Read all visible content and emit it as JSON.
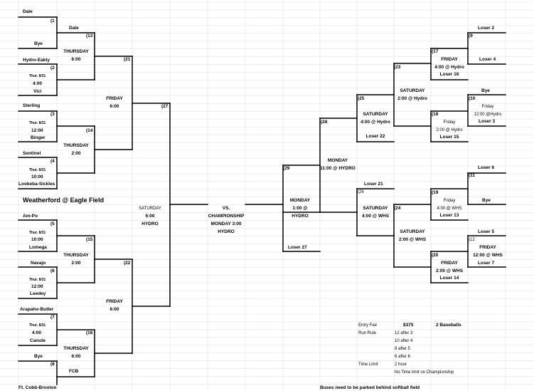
{
  "left": {
    "dale": "Dale",
    "bye1": "Bye",
    "g1": "(1",
    "hydro_eakly": "Hydro-Eakly",
    "vici": "Vici",
    "g2": "(2",
    "g2_date": "Thur. 8/31",
    "g2_time": "4:00",
    "sterling": "Sterling",
    "binger": "Binger",
    "g3": "(3",
    "g3_date": "Thur. 8/31",
    "g3_time": "12:00",
    "sentinel": "Sentinel",
    "lookeba": "Lookeba-Sickles",
    "g4": "(4",
    "g4_date": "Thur. 8/31",
    "g4_time": "10:00",
    "dale2": "Dale",
    "g13": "(13",
    "g13_day": "THURSDAY",
    "g13_time": "6:00",
    "g14": "(14",
    "g14_day": "THURSDAY",
    "g14_time": "2:00",
    "g21": "(21",
    "g21_day": "FRIDAY",
    "g21_time": "6:00",
    "g27": "(27",
    "weatherford": "Weatherford @ Eagle Field",
    "sat_day": "SATURDAY",
    "sat_time": "6:00",
    "sat_place": "HYDRO",
    "ampo": "Am-Po",
    "lomega": "Lomega",
    "g5": "(5",
    "g5_date": "Thur. 8/31",
    "g5_time": "10:00",
    "navajo": "Navajo",
    "leedey": "Leedey",
    "g6": "(6",
    "g6_date": "Thur. 8/31",
    "g6_time": "12:00",
    "arapaho": "Arapaho-Butler",
    "canute": "Canute",
    "g7": "(7",
    "g7_date": "Thur. 8/31",
    "g7_time": "4:00",
    "bye2": "Bye",
    "g8": "(8",
    "fcb": "FCB",
    "g15": "(15",
    "g15_day": "THURSDAY",
    "g15_time": "2:00",
    "g16": "(16",
    "g16_day": "THURSDAY",
    "g16_time": "6:00",
    "g22": "(22",
    "g22_day": "FRIDAY",
    "g22_time": "6:00",
    "ftcobb": "Ft. Cobb-Broxton"
  },
  "center": {
    "vs": "VS.",
    "champ": "CHAMPIONSHIP",
    "champ_time": "MONDAY 3:00",
    "champ_place": "HYDRO",
    "g29": "(29",
    "g29_day": "MONDAY",
    "g29_time": "1:00 @",
    "g29_place": "HYDRO",
    "loser27": "Loser 27",
    "g28": "(28",
    "g28_day": "MONDAY",
    "g28_time": "11:00 @ HYDRO"
  },
  "right": {
    "loser2": "Loser 2",
    "g9": "(9",
    "loser4": "Loser 4",
    "g17": "(17",
    "g17_day": "FRIDAY",
    "g17_time": "4:00 @ Hydro",
    "loser16": "Loser 16",
    "bye": "Bye",
    "g10": "(10",
    "g10_day": "Friday",
    "g10_time": "12:00 @Hydro",
    "loser3": "Loser 3",
    "g18": "(18",
    "g18_day": "Friday",
    "g18_time": "2:00 @ Hydro",
    "loser15": "Loser 15",
    "g23": "(23",
    "g23_day": "SATURDAY",
    "g23_time": "2:00 @ Hydro",
    "g25": "(25",
    "g25_day": "SATURDAY",
    "g25_time": "4:00 @ Hydro",
    "loser22": "Loser 22",
    "loser6": "Loser 6",
    "g11": "(11",
    "bye2": "Bye",
    "g19": "(19",
    "g19_day": "Friday",
    "g19_time": "4:00 @ WHS",
    "loser13": "Loser 13",
    "loser21": "Loser 21",
    "g26": "(26",
    "g26_day": "SATURDAY",
    "g26_time": "4:00 @ WHS",
    "g24": "(24",
    "g24_day": "SATURDAY",
    "g24_time": "2:00 @ WHS",
    "loser5": "Loser 5",
    "g12": "(12",
    "g12_day": "FRIDAY",
    "g12_time": "12:00 @ WHS",
    "loser7": "Loser 7",
    "g20": "(20",
    "g20_day": "FRIDAY",
    "g20_time": "2:00 @ WHS",
    "loser14": "Loser 14"
  },
  "info": {
    "fee_label": "Entry Fee",
    "fee": "$375",
    "balls": "2 Baseballs",
    "run_label": "Run Rule",
    "run1": "12 after 3",
    "run2": "10 after 4",
    "run3": "8  after 5",
    "run4": "6 after 6",
    "time_label": "Time Limit",
    "time": "2 hour",
    "no_limit": "No Time limit on Championship",
    "buses": "Buses need to be parked behind softball field"
  }
}
